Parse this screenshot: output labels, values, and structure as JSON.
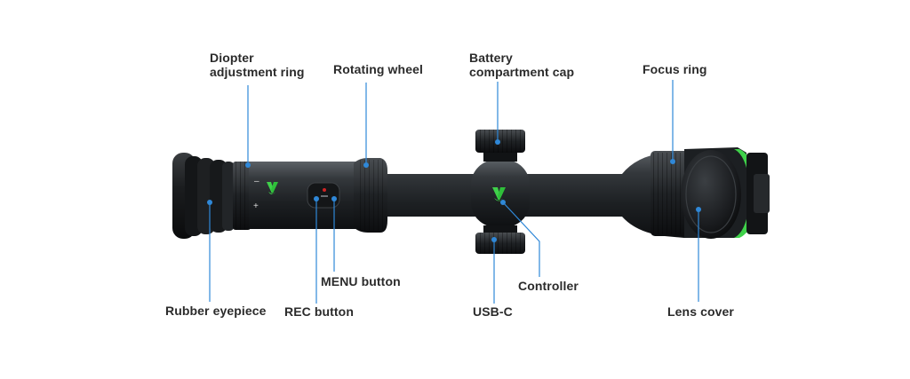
{
  "labels": {
    "diopter": "Diopter\nadjustment ring",
    "rotating_wheel": "Rotating wheel",
    "battery_cap": "Battery\ncompartment cap",
    "focus_ring": "Focus ring",
    "rubber_eyepiece": "Rubber eyepiece",
    "rec_button": "REC button",
    "menu_button": "MENU button",
    "usb_c": "USB-C",
    "controller": "Controller",
    "lens_cover": "Lens cover"
  },
  "diopter_marks": {
    "minus": "–",
    "plus": "+"
  },
  "colors": {
    "leader": "#2f88d8",
    "body": "#2a2d30",
    "accent_green": "#3fd14a",
    "label_text": "#2b2b2b"
  },
  "icons": [
    "brand-logo-icon",
    "brand-logo-icon"
  ]
}
